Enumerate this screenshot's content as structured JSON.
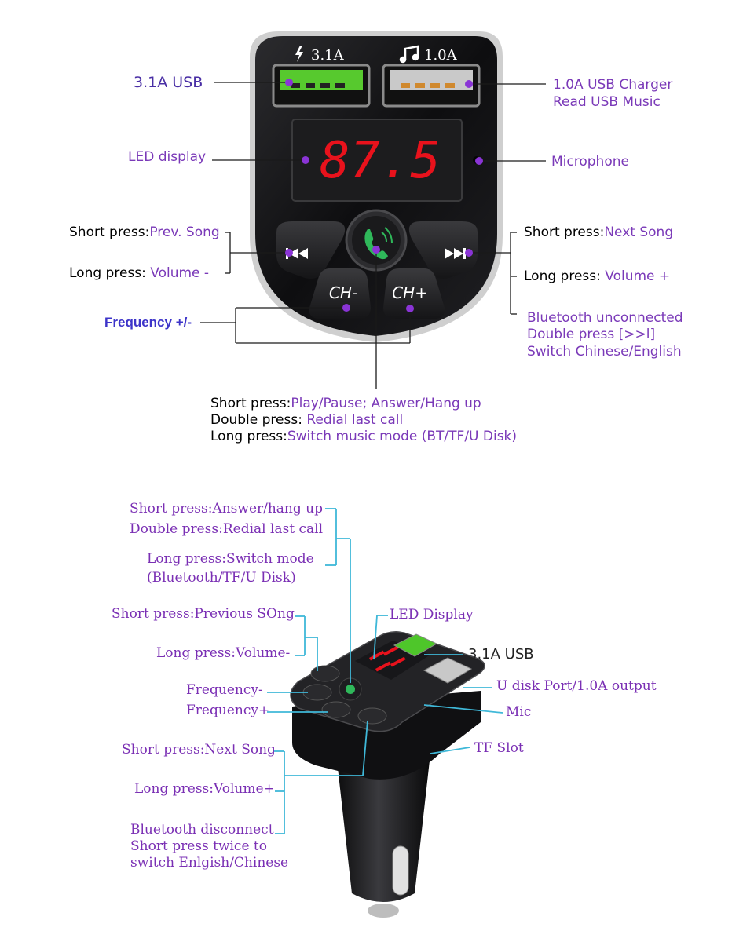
{
  "top": {
    "port_left_label": "3.1A",
    "port_right_label": "1.0A",
    "display_value": "87.5",
    "ch_minus": "CH-",
    "ch_plus": "CH+",
    "usb_31": "3.1A USB",
    "usb_10_line1": "1.0A USB Charger",
    "usb_10_line2": "Read USB Music",
    "led_display": "LED display",
    "microphone": "Microphone",
    "prev_short_prefix": "Short press:",
    "prev_short": "Prev. Song",
    "prev_long_prefix": "Long press:",
    "prev_long": "Volume -",
    "next_short_prefix": "Short press:",
    "next_short": "Next Song",
    "next_long_prefix": "Long press:",
    "next_long": "Volume +",
    "frequency": "Frequency +/-",
    "bt_line1": "Bluetooth unconnected",
    "bt_line2": "Double press [>>l]",
    "bt_line3": "Switch Chinese/English",
    "center_short_prefix": "Short press:",
    "center_short": "Play/Pause; Answer/Hang up",
    "center_double_prefix": "Double press:",
    "center_double": "Redial last call",
    "center_long_prefix": "Long press:",
    "center_long": "Switch music mode (BT/TF/U Disk)"
  },
  "bottom": {
    "answer": "Short press:Answer/hang up",
    "redial": "Double press:Redial last call",
    "switch_mode_1": "Long press:Switch mode",
    "switch_mode_2": "(Bluetooth/TF/U Disk)",
    "prev_song": "Short press:Previous SOng",
    "vol_minus": "Long press:Volume-",
    "freq_minus": "Frequency-",
    "freq_plus": "Frequency+",
    "next_song": "Short press:Next Song",
    "vol_plus": "Long press:Volume+",
    "bt1": "Bluetooth disconnect",
    "bt2": "Short press twice to",
    "bt3": "switch Enlgish/Chinese",
    "led_display": "LED Display",
    "usb_31": "3.1A USB",
    "udisk": "U disk Port/1.0A output",
    "mic": "Mic",
    "tf": "TF Slot"
  },
  "colors": {
    "top_label": "#7a39b8",
    "bottom_label": "#7a2fb4",
    "bottom_line": "#3fb8d8",
    "display_red": "#e8121c",
    "usb_green": "#4ec62a"
  }
}
